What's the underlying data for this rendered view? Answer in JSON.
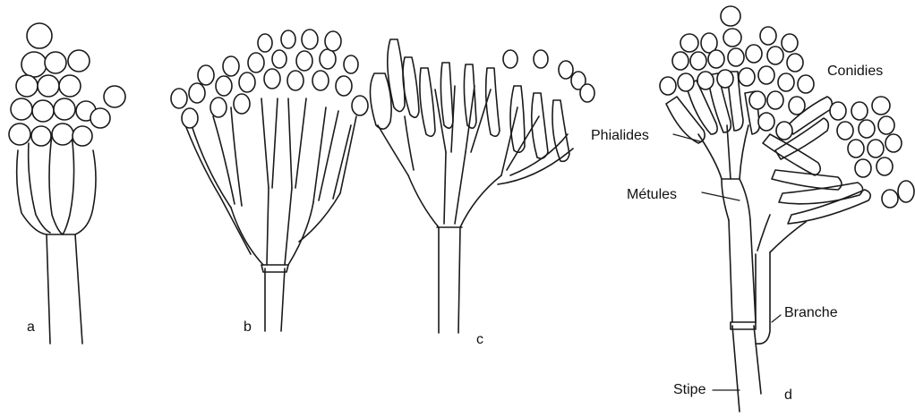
{
  "panels": {
    "a": "a",
    "b": "b",
    "c": "c",
    "d": "d"
  },
  "labels": {
    "conidies": "Conidies",
    "phialides": "Phialides",
    "metules": "Métules",
    "branche": "Branche",
    "stipe": "Stipe"
  }
}
